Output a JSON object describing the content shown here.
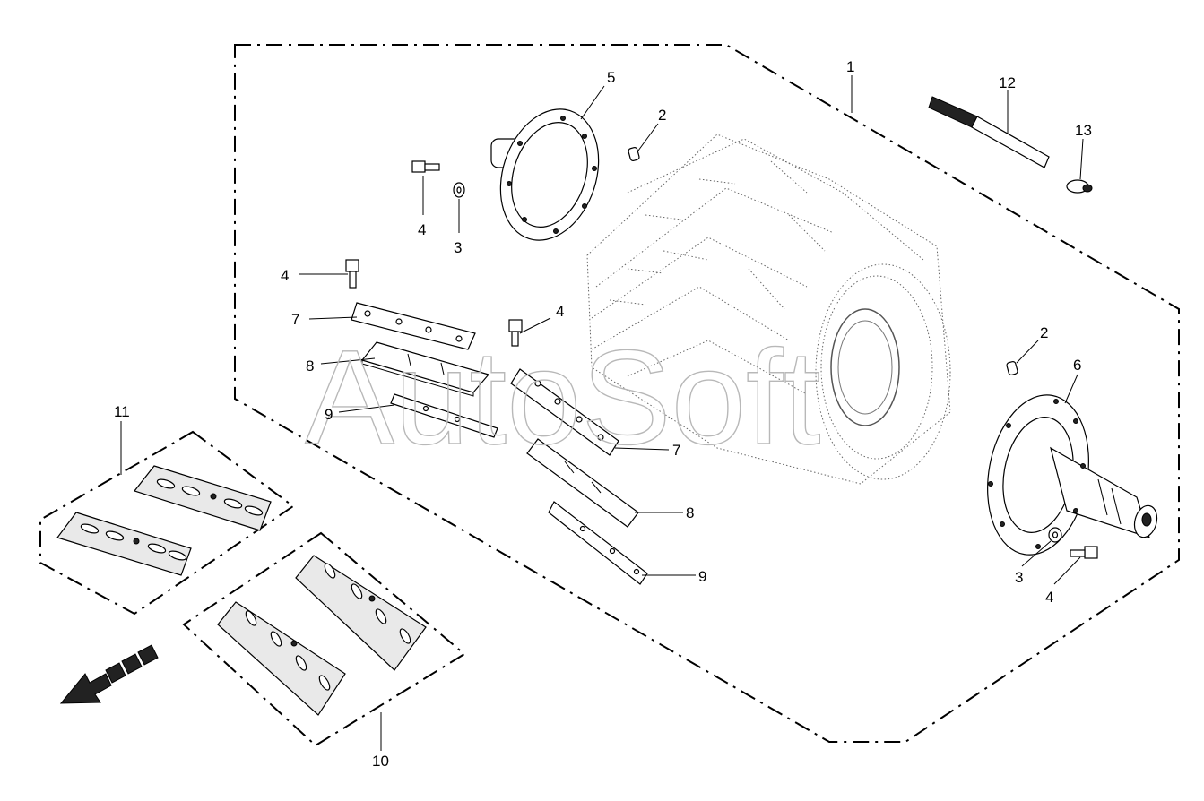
{
  "diagram": {
    "watermark": "AutoSoft",
    "callouts": {
      "c1": "1",
      "c2a": "2",
      "c2b": "2",
      "c3a": "3",
      "c3b": "3",
      "c4a": "4",
      "c4b": "4",
      "c4c": "4",
      "c4d": "4",
      "c5": "5",
      "c6": "6",
      "c7a": "7",
      "c7b": "7",
      "c8a": "8",
      "c8b": "8",
      "c9a": "9",
      "c9b": "9",
      "c10": "10",
      "c11": "11",
      "c12": "12",
      "c13": "13"
    },
    "colors": {
      "line": "#000000",
      "watermark": "#b8b8b8",
      "background": "#ffffff"
    },
    "icons": {
      "direction": "forward-arrow-icon"
    }
  }
}
